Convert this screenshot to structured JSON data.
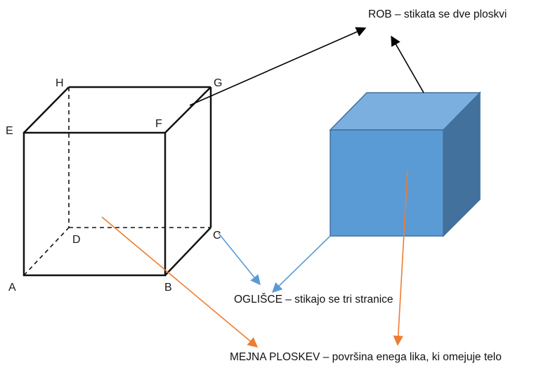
{
  "vertices": {
    "A": "A",
    "B": "B",
    "C": "C",
    "D": "D",
    "E": "E",
    "F": "F",
    "G": "G",
    "H": "H"
  },
  "captions": {
    "rob": "ROB – stikata se dve ploskvi",
    "oglisce": "OGLIŠCE – stikajo se tri stranice",
    "ploskev": "MEJNA  PLOSKEV – površina enega lika, ki omejuje telo"
  },
  "colors": {
    "edge": "#111111",
    "rob_arrow": "#000000",
    "oglisce_arrow": "#5b9bd5",
    "ploskev_arrow": "#ed7d31",
    "cube_front": "#5b9bd5",
    "cube_top": "#7aafe0",
    "cube_side": "#41719c",
    "cube_outline": "#41719c"
  }
}
